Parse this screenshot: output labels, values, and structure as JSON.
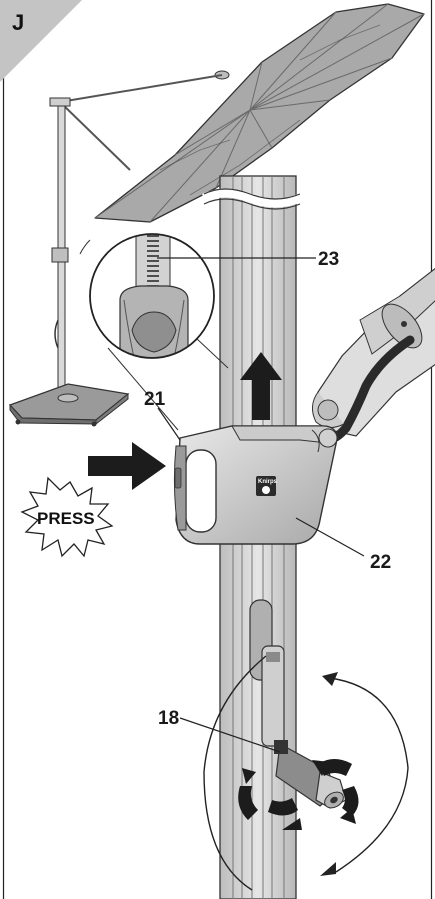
{
  "step_letter": "J",
  "press_text": "PRESS",
  "brand_text": "Knirps",
  "callouts": {
    "c23": "23",
    "c21": "21",
    "c22": "22",
    "c18": "18"
  },
  "colors": {
    "canopy": "#a9a9a9",
    "pole": "#d2d2d2",
    "dark": "#1c1c1c",
    "tab": "#c4c4c4"
  }
}
